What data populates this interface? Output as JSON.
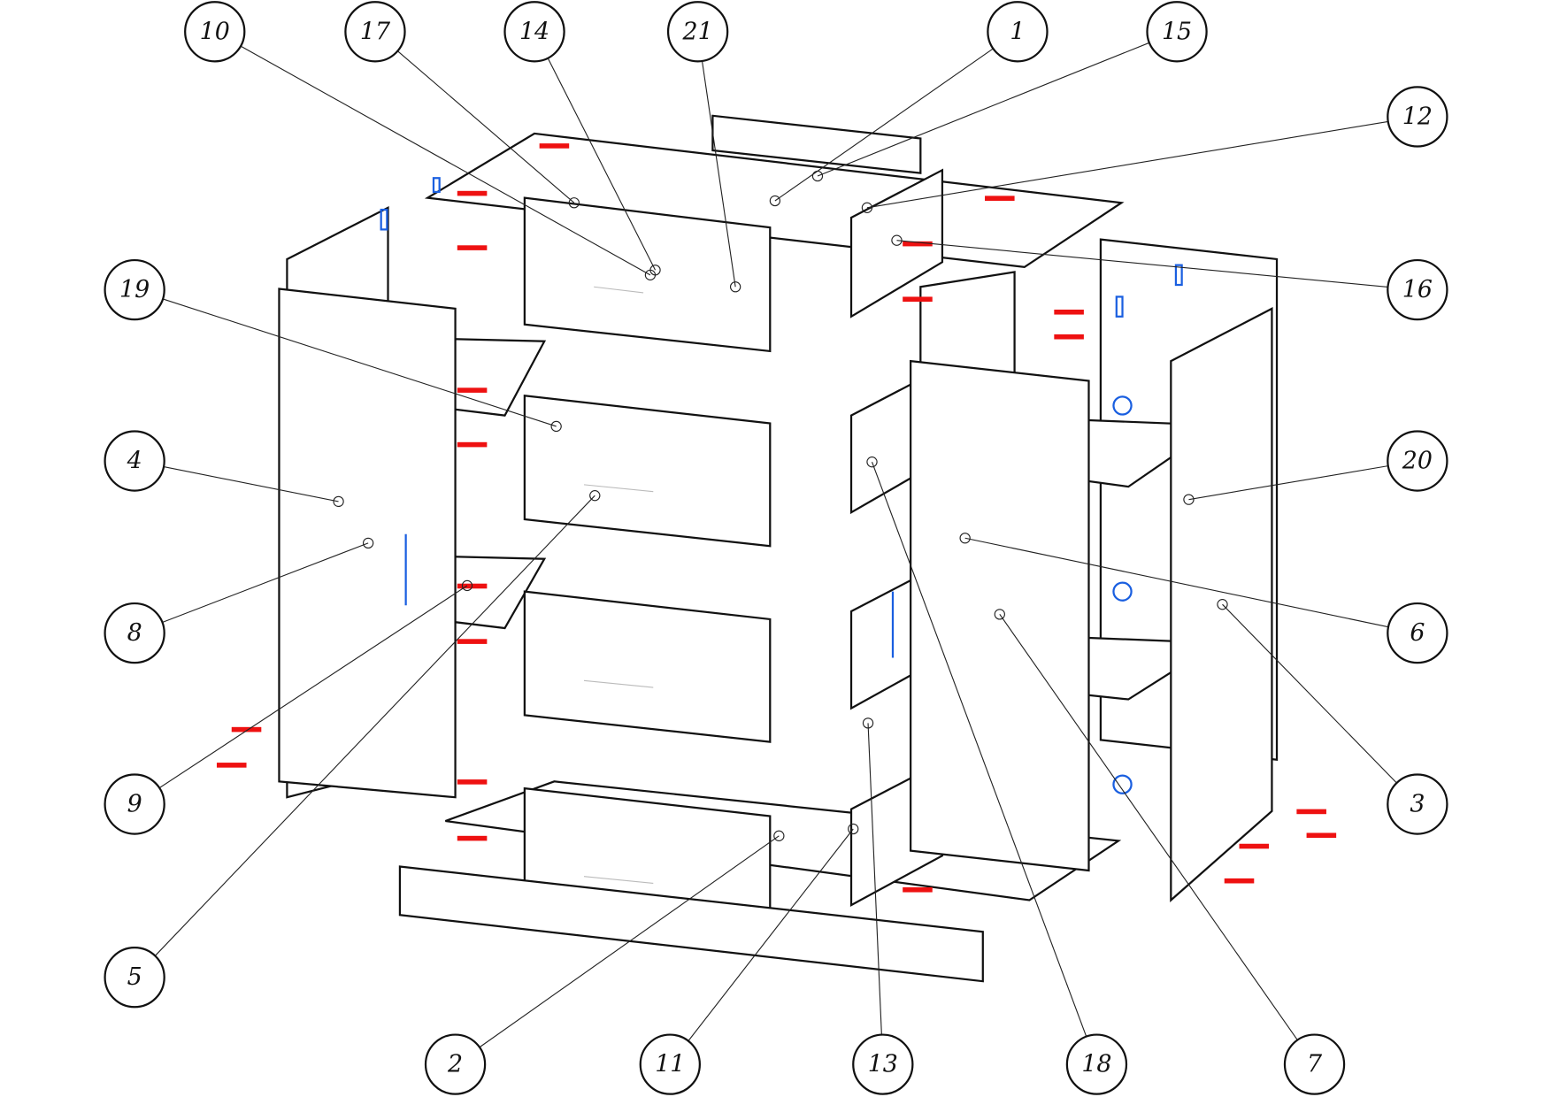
{
  "drawing": {
    "type": "exploded assembly view",
    "balloons": [
      "1",
      "2",
      "3",
      "4",
      "5",
      "6",
      "7",
      "8",
      "9",
      "10",
      "11",
      "12",
      "13",
      "14",
      "15",
      "16",
      "17",
      "18",
      "19",
      "20",
      "21"
    ],
    "colors": {
      "line": "#111111",
      "fasteners_red": "#e11111",
      "fasteners_blue": "#1a5fe0",
      "cams_olive": "#8a8a2a"
    }
  }
}
